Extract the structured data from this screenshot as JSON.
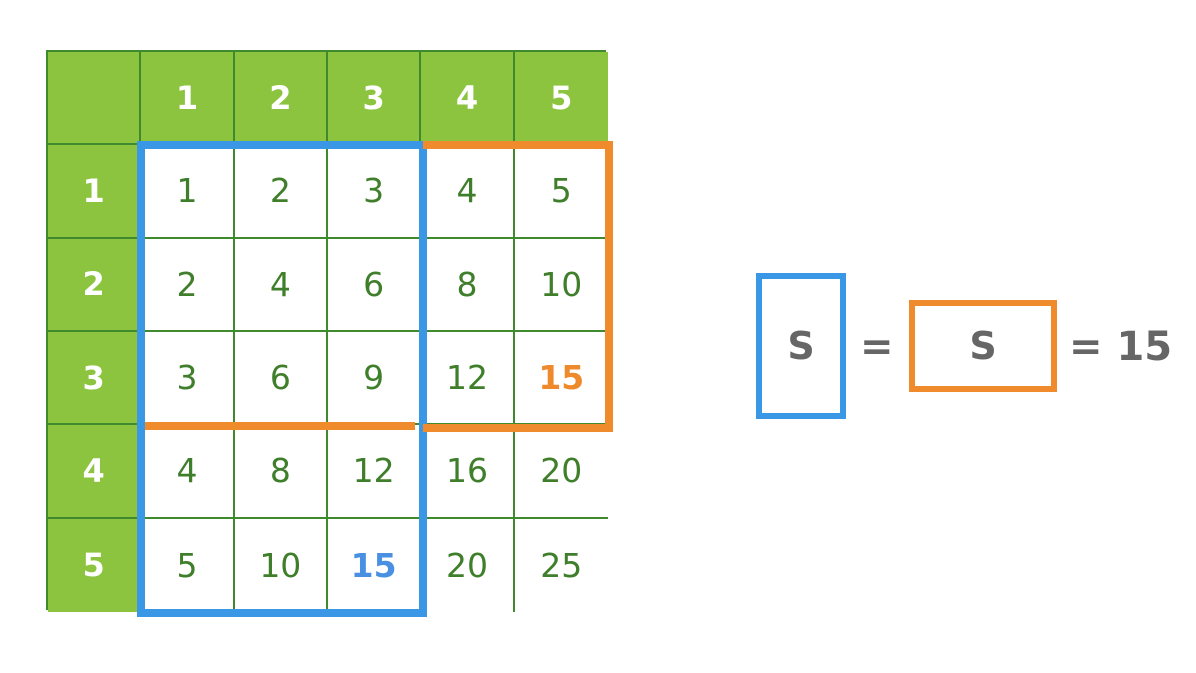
{
  "table": {
    "column_headers": [
      "1",
      "2",
      "3",
      "4",
      "5"
    ],
    "row_headers": [
      "1",
      "2",
      "3",
      "4",
      "5"
    ],
    "rows": [
      [
        "1",
        "2",
        "3",
        "4",
        "5"
      ],
      [
        "2",
        "4",
        "6",
        "8",
        "10"
      ],
      [
        "3",
        "6",
        "9",
        "12",
        "15"
      ],
      [
        "4",
        "8",
        "12",
        "16",
        "20"
      ],
      [
        "5",
        "10",
        "15",
        "20",
        "25"
      ]
    ],
    "highlighted_blue": {
      "row": 5,
      "col": 3,
      "value": "15"
    },
    "highlighted_orange": {
      "row": 3,
      "col": 5,
      "value": "15"
    }
  },
  "equation": {
    "left_box_letter": "S",
    "equals": "=",
    "right_box_letter": "S",
    "result": "= 15"
  },
  "colors": {
    "header_green": "#8cc43f",
    "grid_line_green": "#3e8a2c",
    "number_green": "#3f7e2a",
    "highlight_blue": "#3a97e6",
    "highlight_orange": "#ef8a2d",
    "equation_gray": "#666666"
  }
}
